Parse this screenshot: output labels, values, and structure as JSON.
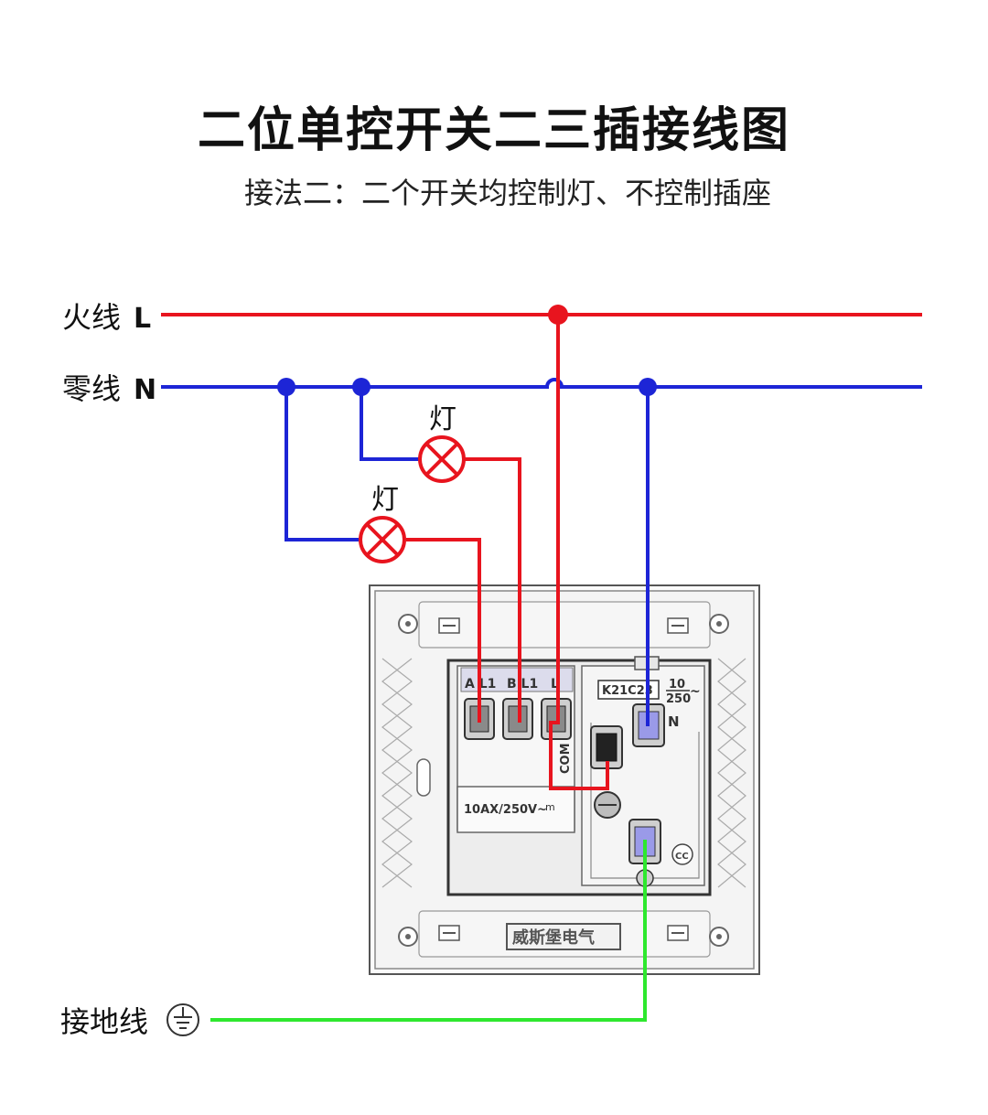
{
  "title": "二位单控开关二三插接线图",
  "subtitle": "接法二：二个开关均控制灯、不控制插座",
  "wires": {
    "live_label": "火线",
    "live_letter": "L",
    "neutral_label": "零线",
    "neutral_letter": "N",
    "ground_label": "接地线"
  },
  "lamps": {
    "upper_label": "灯",
    "lower_label": "灯"
  },
  "socket": {
    "terminal_a": "A L1",
    "terminal_b": "B L1",
    "terminal_l": "L",
    "com_label": "COM",
    "model": "K21C23",
    "rating_top": "10",
    "rating_bottom": "250",
    "rating_suffix": "~",
    "neutral_mark": "N",
    "switch_rating": "10AX/250V~",
    "small_mark": "m",
    "brand": "威斯堡电气"
  },
  "colors": {
    "live": "#e8141e",
    "neutral": "#1d25d6",
    "ground": "#2ee82e"
  }
}
